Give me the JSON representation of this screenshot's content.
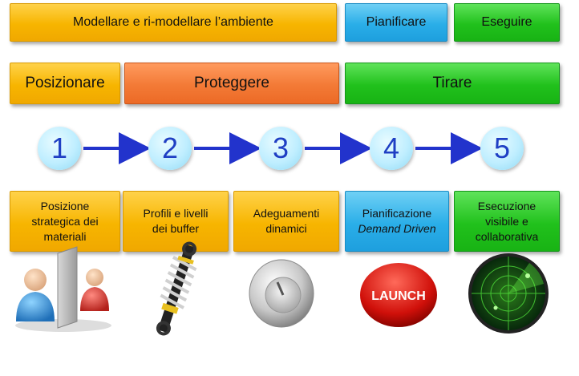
{
  "row1": {
    "model": "Modellare e ri-modellare l’ambiente",
    "plan": "Pianificare",
    "execute": "Eseguire"
  },
  "row2": {
    "position": "Posizionare",
    "protect": "Proteggere",
    "pull": "Tirare"
  },
  "steps": [
    "1",
    "2",
    "3",
    "4",
    "5"
  ],
  "cards": [
    {
      "line1": "Posizione",
      "line2": "strategica dei",
      "line3": "materiali"
    },
    {
      "line1": "Profili e livelli",
      "line2": "dei buffer"
    },
    {
      "line1": "Adeguamenti",
      "line2": "dinamici"
    },
    {
      "line1": "Pianificazione",
      "line2": "Demand Driven"
    },
    {
      "line1": "Esecuzione",
      "line2": "visibile e",
      "line3": "collaborativa"
    }
  ],
  "icons": {
    "people": "people-partition-icon",
    "shock": "shock-absorber-icon",
    "knob": "dial-knob-icon",
    "launch": "launch-button-icon",
    "launch_label": "LAUNCH",
    "radar": "radar-icon"
  },
  "colors": {
    "yellow": "#f7b500",
    "blue": "#2aaee8",
    "green": "#21c11c",
    "orange": "#f37a36",
    "arrow": "#2233cc"
  }
}
